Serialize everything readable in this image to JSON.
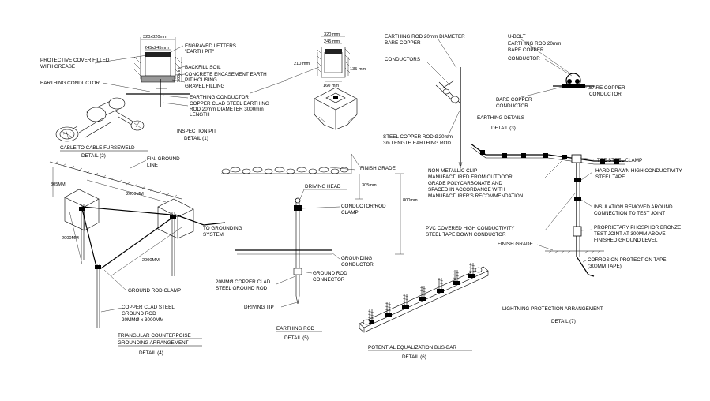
{
  "inspection_pit": {
    "dim_outer": "320x320mm",
    "dim_inner": "245x245mm",
    "dim_depth": "300mm",
    "label_engraved": "ENGRAVED LETTERS",
    "label_earth_pit": "\"EARTH PIT\"",
    "label_protective_1": "PROTECTIVE COVER FILLED",
    "label_protective_2": "WITH GREASE",
    "label_backfill": "BACKFILL SOIL",
    "label_concrete_1": "CONCRETE ENCASEMENT EARTH",
    "label_concrete_2": "PIT HOUSING",
    "label_gravel": "GRAVEL FILLING",
    "label_earthing_conductor": "EARTHING CONDUCTOR",
    "label_earthing_conductor_2": "EARTHING CONDUCTOR",
    "label_rod_1": "COPPER CLAD STEEL EARTHING",
    "label_rod_2": "ROD 20mm DIAMETER 3000mm",
    "label_rod_3": "LENGTH",
    "title": "INSPECTION PIT",
    "detail": "DETAIL (1)"
  },
  "pit_cover": {
    "dim_320": "320 mm",
    "dim_245": "245 mm",
    "dim_210": "210 mm",
    "dim_135": "135 mm",
    "dim_160": "160 mm"
  },
  "detail2": {
    "title": "CABLE TO CABLE FURSEWELD",
    "detail": "DETAIL (2)"
  },
  "detail3": {
    "label_rod_1": "EARTHING ROD 20mm DIAMETER",
    "label_rod_2": "BARE COPPER",
    "label_conductors": "CONDUCTORS",
    "label_steel_1": "STEEL COPPER ROD Ø20mm",
    "label_steel_2": "3m LENGTH EARTHING ROD",
    "title": "EARTHING DETAILS",
    "detail": "DETAIL (3)",
    "label_ubolt": "U-BOLT",
    "label_rod20_1": "EARTHING ROD 20mm",
    "label_rod20_2": "BARE COPPER",
    "label_conductor": "CONDUCTOR",
    "label_bare_left_1": "BARE COPPER",
    "label_bare_left_2": "CONDUCTOR",
    "label_bare_right_1": "BARE COPPER",
    "label_bare_right_2": "CONDUCTOR"
  },
  "detail4": {
    "label_fin_1": "FIN. GROUND",
    "label_fin_2": "LINE",
    "dim_305": "305MM",
    "dim_2000_top": "2000MM",
    "dim_2000_left": "2000MM",
    "dim_2000_right": "2000MM",
    "label_to_ground_1": "TO GROUNDING",
    "label_to_ground_2": "SYSTEM",
    "label_clamp": "GROUND ROD CLAMP",
    "label_rod_1": "COPPER CLAD STEEL",
    "label_rod_2": "GROUND ROD",
    "label_rod_3": "20MMØ x 3000MM",
    "title_1": "TRIANGULAR COUNTERPOISE",
    "title_2": "GROUNDING ARRANGEMENT",
    "detail": "DETAIL (4)"
  },
  "detail5": {
    "label_finish": "FINISH GRADE",
    "label_head": "DRIVING HEAD",
    "dim_305": "305mm",
    "dim_800": "800mm",
    "label_clamp_1": "CONDUCTOR/ROD",
    "label_clamp_2": "CLAMP",
    "label_grounding_1": "GROUNDING",
    "label_grounding_2": "CONDUCTOR",
    "label_connector_1": "GROUND ROD",
    "label_connector_2": "CONNECTOR",
    "label_rod_1": "20MMØ COPPER CLAD",
    "label_rod_2": "STEEL GROUND ROD",
    "label_tip": "DRIVING TIP",
    "title": "EARTHING ROD",
    "detail": "DETAIL (5)"
  },
  "detail6": {
    "title": "POTENTIAL EQUALIZATION BUS-BAR",
    "detail": "DETAIL (6)"
  },
  "detail7": {
    "label_tee": "TEE STEEL CLAMP",
    "label_clip_1": "NON-METALLIC CLIP",
    "label_clip_2": "MANUFACTURED FROM OUTDOOR",
    "label_clip_3": "GRADE POLYCARBONATE AND",
    "label_clip_4": "SPACED IN ACCORDANCE WITH",
    "label_clip_5": "MANUFACTURER'S RECOMMENDATION",
    "label_hard_1": "HARD DRAWN HIGH CONDUCTIVITY",
    "label_hard_2": "STEEL TAPE",
    "label_insul_1": "INSULATION REMOVED AROUND",
    "label_insul_2": "CONNECTION TO TEST JOINT",
    "label_pvc_1": "PVC COVERED HIGH CONDUCTIVITY",
    "label_pvc_2": "STEEL TAPE DOWN CONDUCTOR",
    "label_prop_1": "PROPRIETARY PHOSPHOR BRONZE",
    "label_prop_2": "TEST JOINT AT 300MM ABOVE",
    "label_prop_3": "FINISHED GROUND LEVEL",
    "label_finish": "FINISH GRADE",
    "label_corr_1": "CORROSION PROTECTION TAPE",
    "label_corr_2": "(300MM TAPE)",
    "title": "LIGHTNING PROTECTION ARRANGEMENT",
    "detail": "DETAIL (7)"
  }
}
